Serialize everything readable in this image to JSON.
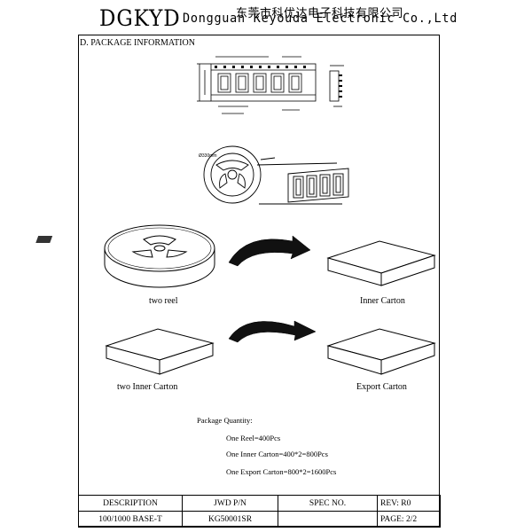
{
  "header": {
    "brand": "DGKYD",
    "company_cn": "东莞市科优达电子科技有限公司",
    "company_en": "Dongguan Keyouda Electronic Co.,Ltd"
  },
  "section": {
    "title": "D. PACKAGE INFORMATION"
  },
  "drawing": {
    "reel_diameter": "Ø330mm"
  },
  "packing": {
    "two_reel": "two  reel",
    "inner_carton": "Inner Carton",
    "two_inner_carton": "two  Inner Carton",
    "export_carton": "Export Carton"
  },
  "quantity": {
    "title": "Package Quantity:",
    "one_reel": "One Reel=400Pcs",
    "one_inner": "One Inner Carton=400*2=800Pcs",
    "one_export": "One Export Carton=800*2=1600Pcs"
  },
  "footer": {
    "headers": [
      "DESCRIPTION",
      "JWD P/N",
      "SPEC NO.",
      "REV: R0"
    ],
    "values": [
      "100/1000 BASE-T",
      "KG50001SR",
      "",
      "PAGE: 2/2"
    ]
  }
}
